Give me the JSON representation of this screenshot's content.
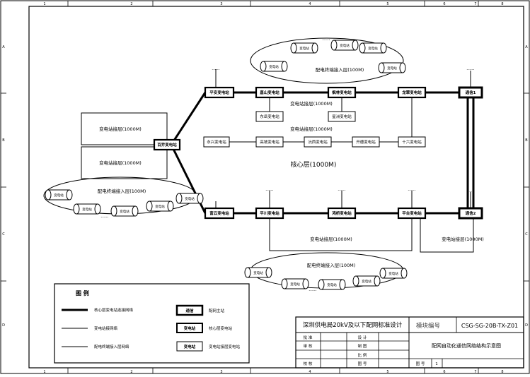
{
  "ruler": {
    "top": [
      "1",
      "2",
      "3",
      "4",
      "5",
      "6",
      "7",
      "8"
    ],
    "bottom": [
      "1",
      "2",
      "3",
      "4",
      "5",
      "6",
      "7",
      "8"
    ],
    "left": [
      "A",
      "B",
      "C",
      "D"
    ],
    "right": [
      "A",
      "B",
      "C",
      "D"
    ]
  },
  "nodes": {
    "baiqiao": "百乔变电站",
    "pingan": "平安变电站",
    "jiashan": "嘉山变电站",
    "fenglin": "枫林变电站",
    "longcui": "龙翠变电站",
    "dongyue": "东岳变电站",
    "xingzhou": "星洲变电站",
    "yongxing": "永兴变电站",
    "gaopo": "高坡变电站",
    "yuanxi": "沅西变电站",
    "kaide": "开德变电站",
    "shiliu": "十六变电站",
    "fuyun": "富云变电站",
    "pingchuan": "平川变电站",
    "hongqiao": "鸿桥变电站",
    "pingtai": "平台变电站",
    "hub1": "通信1",
    "hub2": "通信2"
  },
  "substation_label": "变电站",
  "labels": {
    "agg1": "变电站接层(1000M)",
    "agg2": "变电站接层(1000M)",
    "agg_mid1": "变电站接层(1000M)",
    "agg_mid2": "变电站接层(1000M)",
    "agg_bot1": "变电站接层(1000M)",
    "agg_bot2": "变电站接层(1000M)",
    "core": "核心层(1000M)",
    "access_top": "配电终端接入层(100M)",
    "access_left": "配电终端接入层(100M)",
    "access_bottom": "配电终端接入层(100M)",
    "ellipsis": "......"
  },
  "legend": {
    "title": "图  例",
    "items": [
      {
        "line": "核心层变电站连接网络"
      },
      {
        "line": "变电站接网络"
      },
      {
        "line": "配电终端接入层网络"
      }
    ],
    "boxes": [
      {
        "box": "通信",
        "desc": "配网主站"
      },
      {
        "box": "变电站",
        "desc": "核心层变电站"
      },
      {
        "box": "变电站",
        "desc": "变电站接层变电站"
      }
    ]
  },
  "title_block": {
    "org": "深圳供电局20kV及以下配网标准设计",
    "module_label": "模块编号",
    "module_code": "CSG-SG-20B-TX-Z01",
    "drawing_title": "配网自动化通信网络结构示意图",
    "rows": [
      {
        "l1": "批  准",
        "l2": "设  计"
      },
      {
        "l1": "审  核",
        "l2": "制  图"
      },
      {
        "l1": "",
        "l2": "比  例"
      },
      {
        "l1": "校  核",
        "l2": "图  号"
      }
    ],
    "sheet_label": "图  号",
    "sheet_no": "1"
  }
}
